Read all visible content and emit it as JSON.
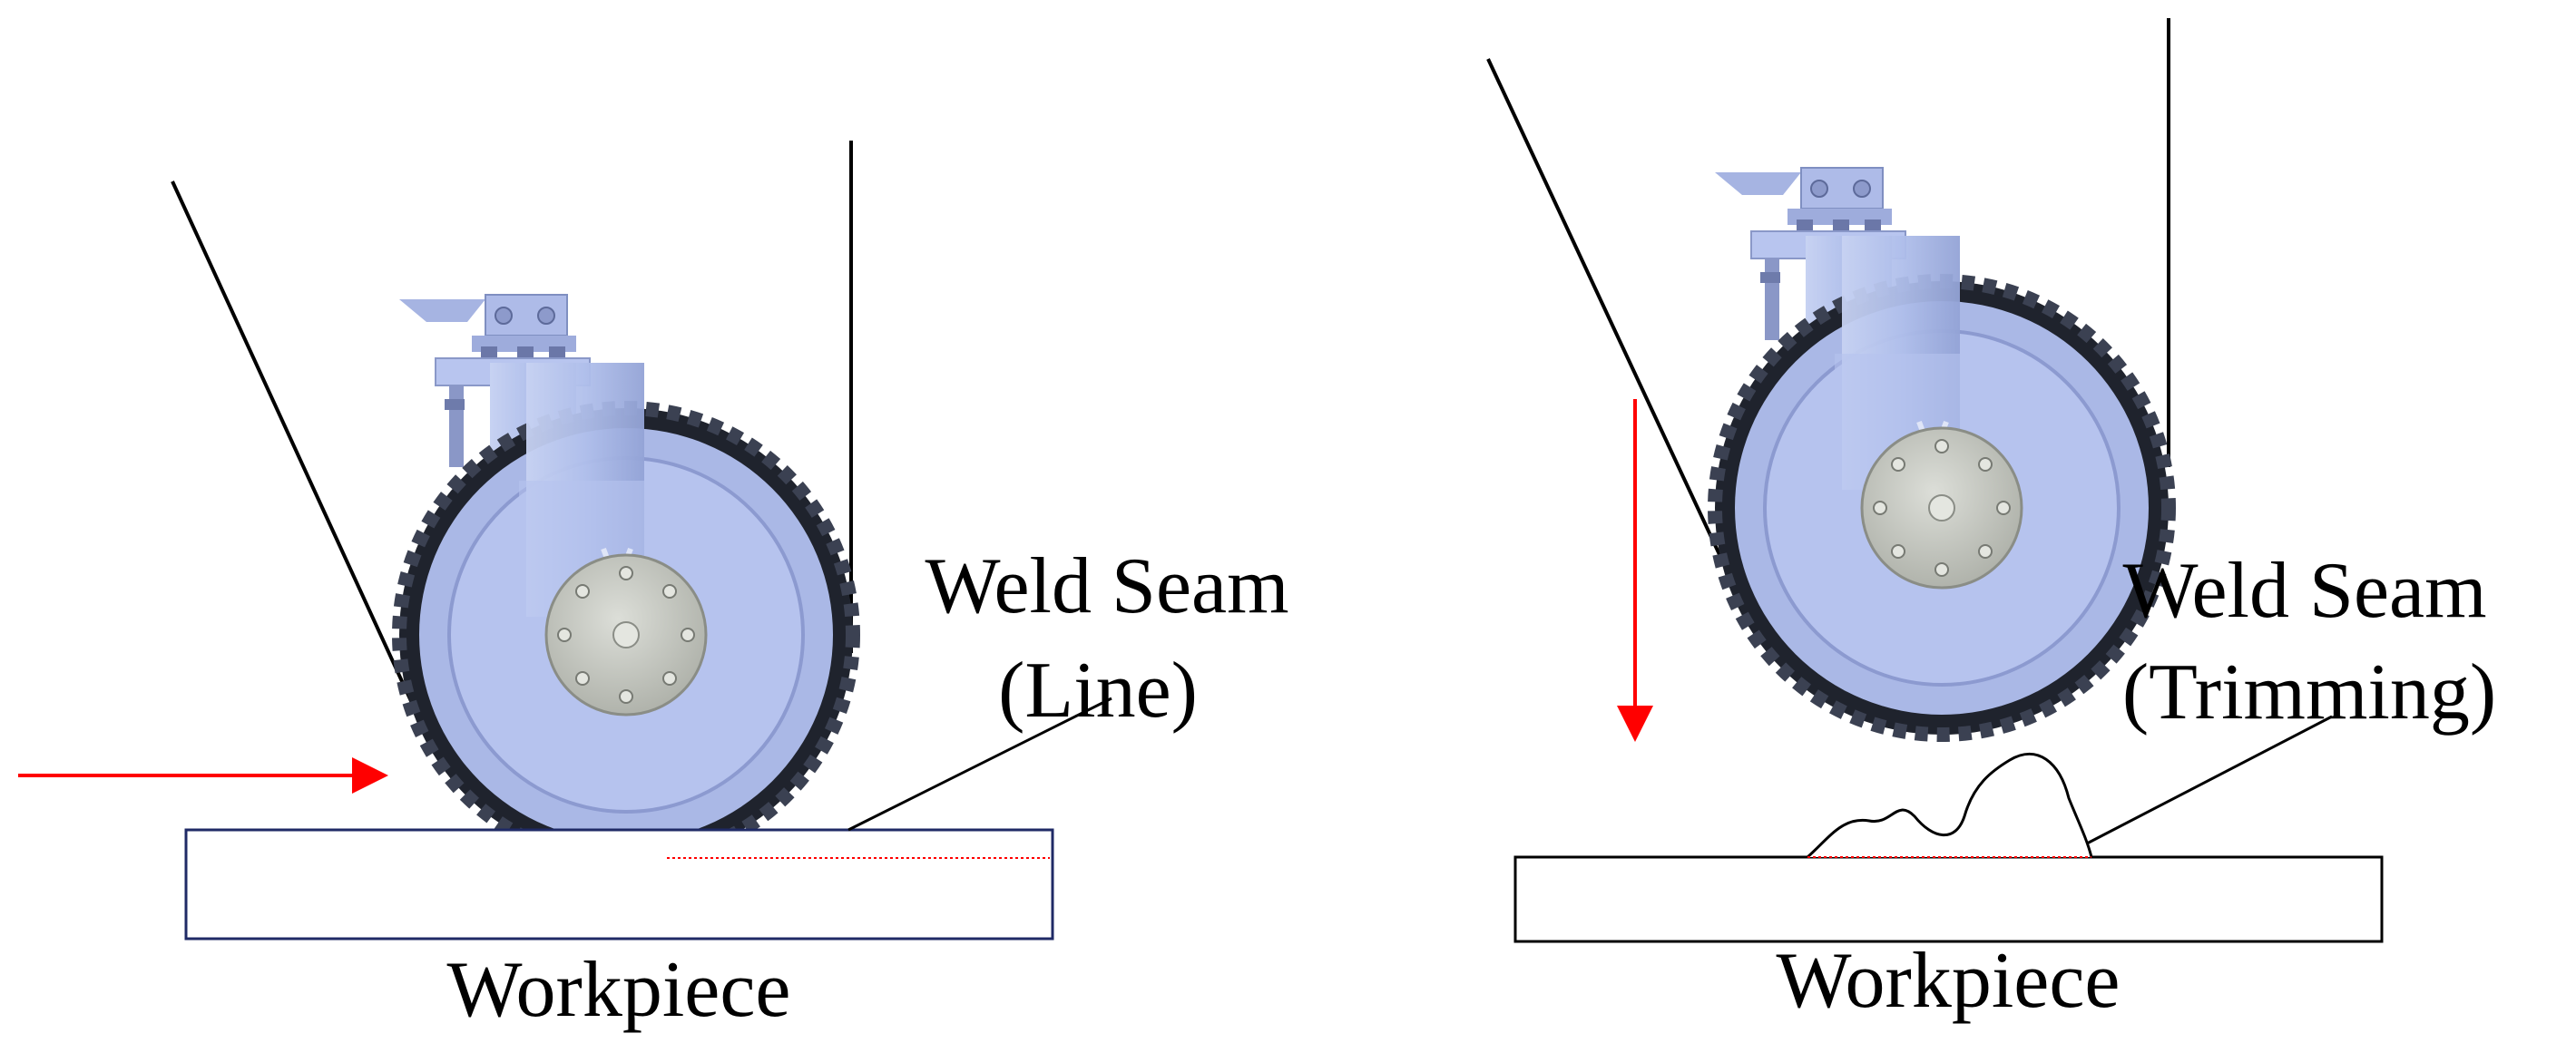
{
  "colors": {
    "arrow": "#ff0000",
    "seam_dotted": "#ff0000",
    "wheel_body": "#b3c2ec",
    "wheel_dark": "#7f8fc1",
    "tire": "#1f232d",
    "hub": "#c3c6bf",
    "workpiece_left_border": "#1f2a66",
    "workpiece_right_border": "#000000"
  },
  "icons": [
    "roller-wheel-icon",
    "arrow-right-icon",
    "arrow-down-icon"
  ],
  "panels": [
    {
      "seam_label_line1": "Weld Seam",
      "seam_label_line2": "(Line)",
      "workpiece_label": "Workpiece",
      "arrow_direction": "right"
    },
    {
      "seam_label_line1": "Weld Seam",
      "seam_label_line2": "(Trimming)",
      "workpiece_label": "Workpiece",
      "arrow_direction": "down"
    }
  ]
}
